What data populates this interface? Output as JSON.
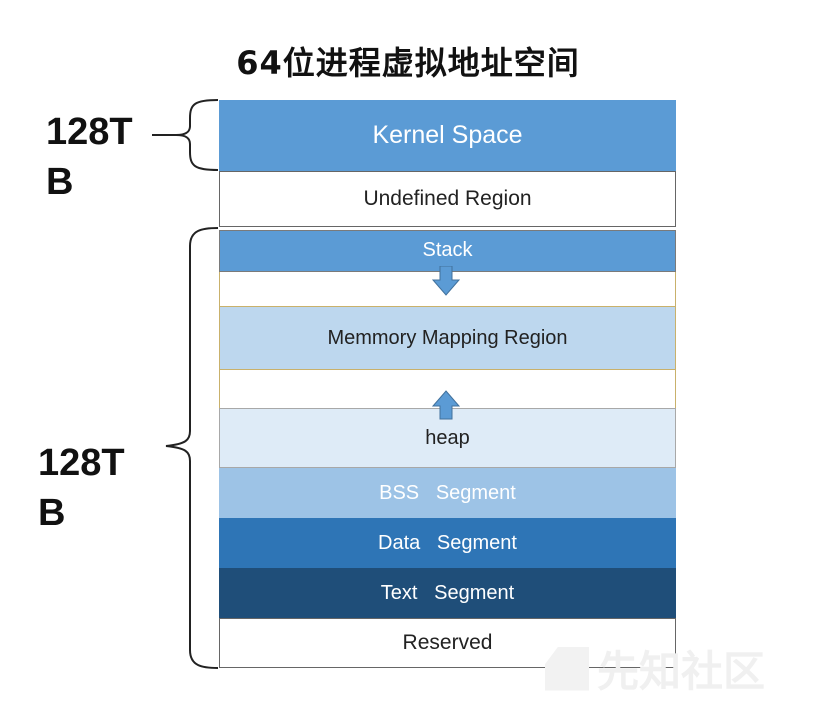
{
  "title": "64位进程虚拟地址空间",
  "size_top": "128T\nB",
  "size_bottom": "128T\nB",
  "regions": {
    "kernel": "Kernel Space",
    "undefined": "Undefined Region",
    "stack": "Stack",
    "gap1": "",
    "mmap": "Memmory Mapping Region",
    "gap2": "",
    "heap": "heap",
    "bss": "BSS   Segment",
    "data": "Data   Segment",
    "text": "Text   Segment",
    "reserved": "Reserved"
  },
  "colors": {
    "kernel": "#5b9bd5",
    "stack": "#5b9bd5",
    "mmap": "#bdd7ee",
    "heap": "#deebf7",
    "bss": "#9dc3e6",
    "data": "#2e75b6",
    "text": "#1f4e79",
    "arrow": "#5b9bd5"
  },
  "watermark": "先知社区",
  "icons": {
    "down_arrow": "down-arrow-icon",
    "up_arrow": "up-arrow-icon"
  }
}
